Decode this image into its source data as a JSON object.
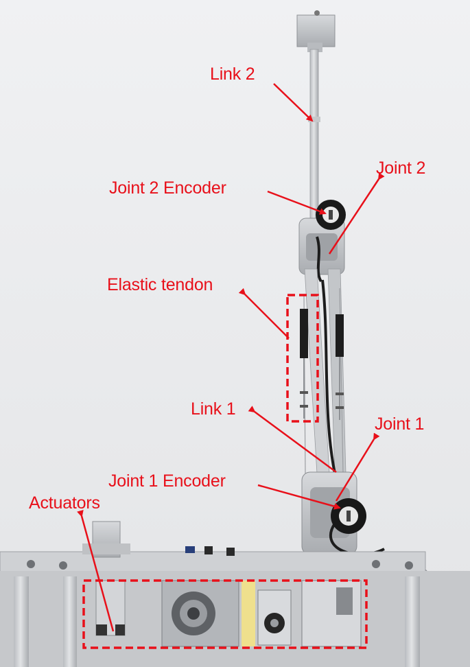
{
  "annotation_color": "#e8101a",
  "labels": {
    "link2": "Link 2",
    "joint2": "Joint 2",
    "joint2_encoder": "Joint 2 Encoder",
    "elastic_tendon": "Elastic tendon",
    "link1": "Link 1",
    "joint1": "Joint 1",
    "joint1_encoder": "Joint 1 Encoder",
    "actuators": "Actuators"
  }
}
